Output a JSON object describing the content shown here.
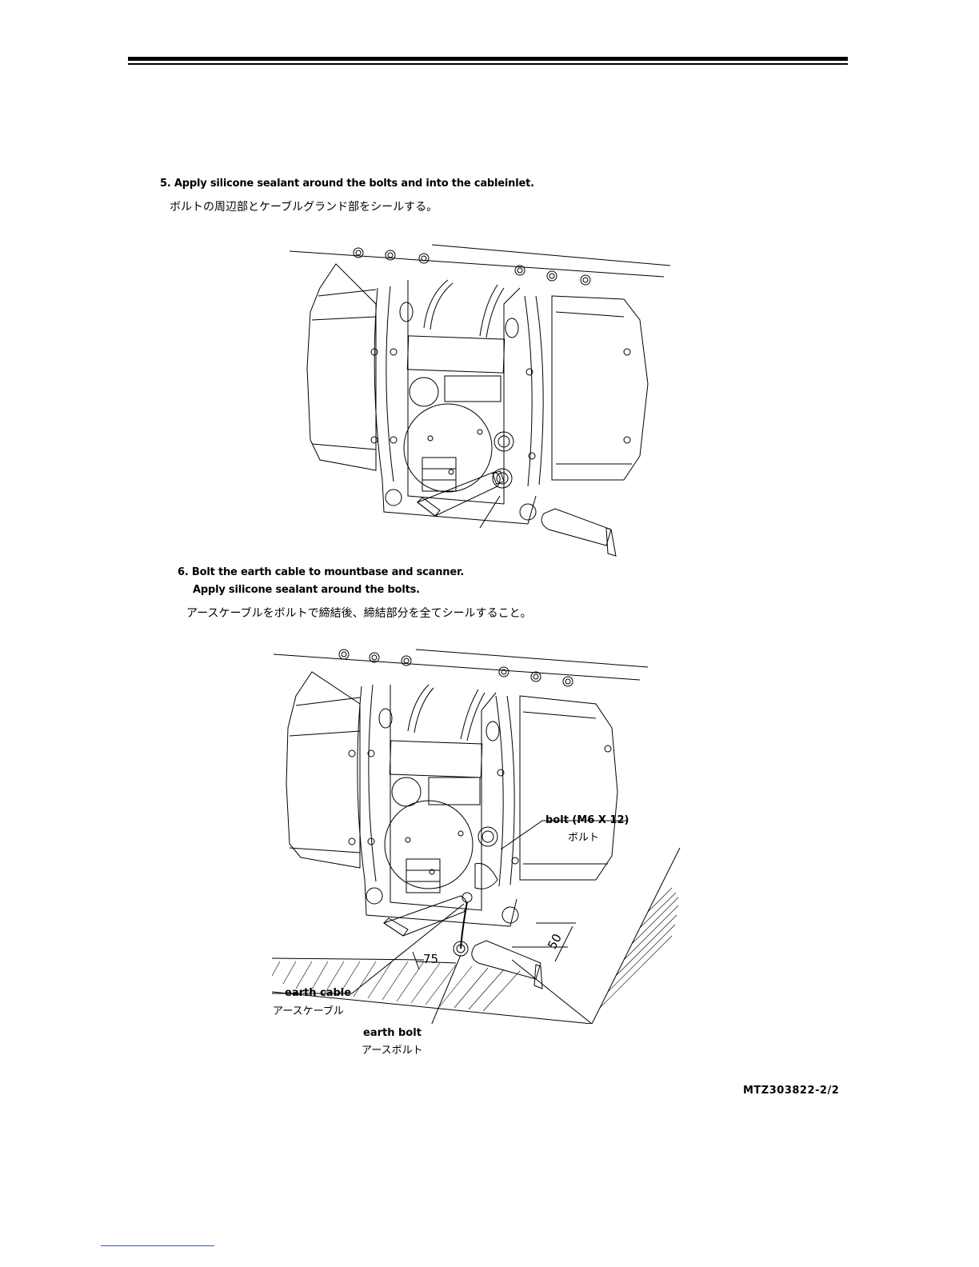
{
  "steps": [
    {
      "en": [
        "5. Apply silicone sealant around the bolts and into the cableinlet."
      ],
      "jp": "ボルトの周辺部とケーブルグランド部をシールする。"
    },
    {
      "en": [
        "6. Bolt the earth cable to mountbase and scanner.",
        "Apply silicone sealant around the bolts."
      ],
      "jp": "アースケーブルをボルトで締結後、締結部分を全てシールすること。"
    }
  ],
  "figure2": {
    "bolt_label_en": "bolt (M6 X 12)",
    "bolt_label_jp": "ボルト",
    "earth_cable_en": "earth cable",
    "earth_cable_jp": "アースケーブル",
    "earth_bolt_en": "earth bolt",
    "earth_bolt_jp": "アースボルト",
    "dim_75": "75",
    "dim_50": "50"
  },
  "doc_id": "MTZ303822-2/2"
}
